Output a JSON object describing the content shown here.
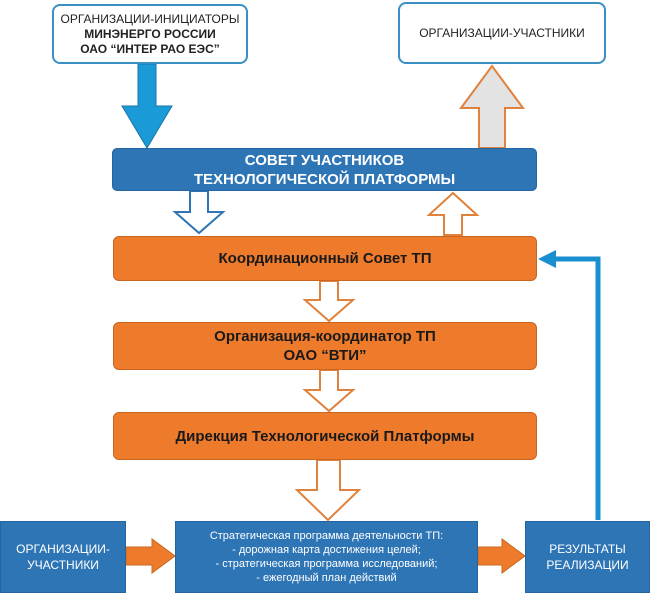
{
  "initiators": {
    "line1": "ОРГАНИЗАЦИИ-ИНИЦИАТОРЫ",
    "line2": "МИНЭНЕРГО РОССИИ",
    "line3": "ОАО “ИНТЕР РАО ЕЭС”"
  },
  "participants_top": {
    "label": "ОРГАНИЗАЦИИ-УЧАСТНИКИ"
  },
  "council": {
    "line1": "СОВЕТ УЧАСТНИКОВ",
    "line2": "ТЕХНОЛОГИЧЕСКОЙ ПЛАТФОРМЫ"
  },
  "coordination_council": {
    "label": "Координационный Совет ТП"
  },
  "coordinator": {
    "line1": "Организация-координатор ТП",
    "line2": "ОАО “ВТИ”"
  },
  "directorate": {
    "label": "Дирекция Технологической Платформы"
  },
  "participants_bottom": {
    "line1": "ОРГАНИЗАЦИИ-",
    "line2": "УЧАСТНИКИ"
  },
  "program": {
    "title": "Стратегическая программа деятельности ТП:",
    "items": [
      "- дорожная карта достижения целей;",
      "- стратегическая программа исследований;",
      "- ежегодный план действий"
    ]
  },
  "results": {
    "line1": "РЕЗУЛЬТАТЫ",
    "line2": "РЕАЛИЗАЦИИ"
  },
  "colors": {
    "blue": "#2e75b6",
    "orange": "#ee7a2c",
    "feedback_arrow": "#1a8fd0",
    "border": "#3a8fc4"
  }
}
